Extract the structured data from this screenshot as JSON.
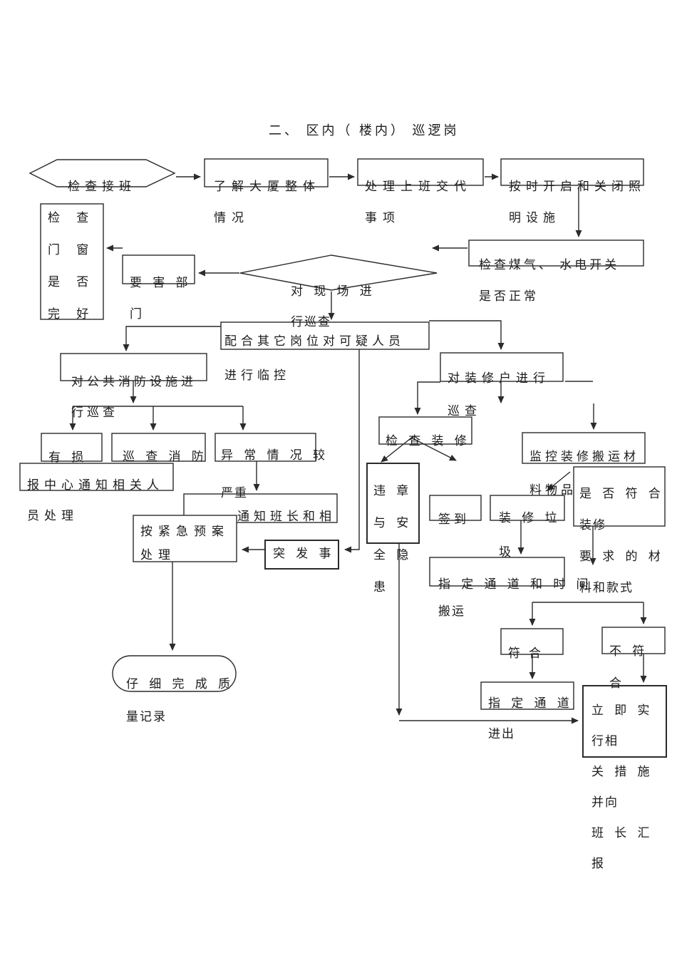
{
  "colors": {
    "background": "#ffffff",
    "line": "#2b2b2b",
    "text": "#1c1c1c"
  },
  "page": {
    "title": "二、 区内（ 楼内） 巡逻岗"
  },
  "nodes": {
    "check_handover": {
      "shape": "hexagon",
      "label": "检查接班"
    },
    "understand_building": {
      "shape": "rect",
      "label": "了解大厦整体\n情况"
    },
    "handle_shift_matters": {
      "shape": "rect",
      "label": "处理上班交代\n事项"
    },
    "lighting_on_off": {
      "shape": "rect",
      "label": "按时开启和关闭照\n明设施"
    },
    "check_gas_power": {
      "shape": "rect",
      "label": "检查煤气、 水电开关\n是否正常"
    },
    "check_doors_windows": {
      "shape": "rect",
      "label": "检 查\n门 窗\n是 否\n完 好"
    },
    "vital_departments": {
      "shape": "rect",
      "label": "要 害 部\n门"
    },
    "patrol_site": {
      "shape": "diamond",
      "label": "对 现 场 进\n行巡查"
    },
    "coordinate_monitor": {
      "shape": "rect",
      "label": "配合其它岗位对可疑人员\n进行临控"
    },
    "fire_facility_patrol": {
      "shape": "rect",
      "label": "对公共消防设施进\n行巡查"
    },
    "decoration_patrol": {
      "shape": "rect",
      "label": "对装修户进行\n巡查"
    },
    "check_decoration": {
      "shape": "rect",
      "label": "检 查 装 修"
    },
    "monitor_materials": {
      "shape": "rect",
      "label": "监控装修搬运材\n料物品"
    },
    "damaged": {
      "shape": "rect",
      "label": "有  损"
    },
    "patrol_fire_equipment": {
      "shape": "rect",
      "label": "巡 查 消 防"
    },
    "abnormal_serious": {
      "shape": "rect",
      "label": "异 常 情 况 较\n严重"
    },
    "report_center": {
      "shape": "rect",
      "label": "报中心通知相关人\n员处理"
    },
    "violation_hazard": {
      "shape": "rect",
      "label": "违 章\n与 安\n全 隐\n患"
    },
    "material_conform": {
      "shape": "rect",
      "label": "是 否 符 合\n装修\n要 求 的 材\n料和款式"
    },
    "sign_in": {
      "shape": "rect",
      "label": "签到"
    },
    "decoration_garbage": {
      "shape": "rect",
      "label": "装 修 垃\n圾"
    },
    "notify_leader": {
      "shape": "rect",
      "label": "通知班长和相"
    },
    "emergency_plan": {
      "shape": "rect",
      "label": "按紧急预案\n处理"
    },
    "emergency_event": {
      "shape": "rect",
      "label": "突 发 事"
    },
    "channel_and_time": {
      "shape": "rect",
      "label": "指 定 通 道 和 时 间\n搬运"
    },
    "conform": {
      "shape": "rect",
      "label": "符合"
    },
    "not_conform": {
      "shape": "rect",
      "label": "不 符\n合"
    },
    "channel_in_out": {
      "shape": "rect",
      "label": "指 定 通 道\n进出"
    },
    "immediate_measures": {
      "shape": "rect",
      "label": "立 即 实\n行相\n关 措 施\n并向\n班 长 汇\n报"
    },
    "quality_record": {
      "shape": "stadium",
      "label": "仔 细 完 成 质\n量记录"
    }
  }
}
